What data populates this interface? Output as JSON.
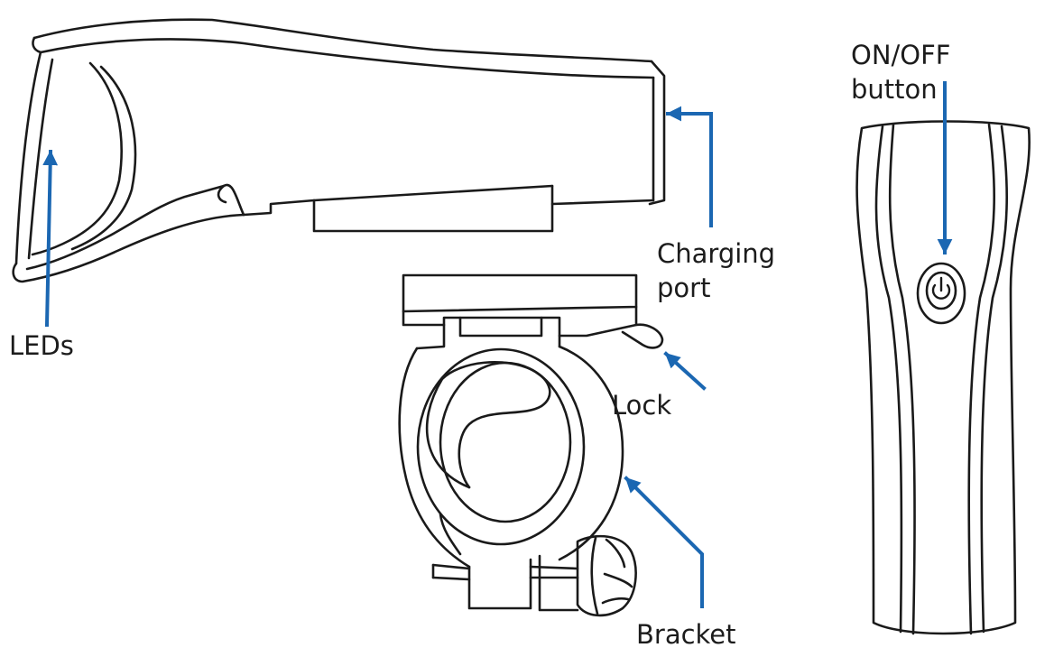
{
  "diagram": {
    "labels": {
      "leds": "LEDs",
      "charging_port": "Charging\nport",
      "lock": "Lock",
      "bracket": "Bracket",
      "on_off_button": "ON/OFF\nbutton"
    },
    "colors": {
      "line": "#1a1a1a",
      "arrow": "#1b67b2",
      "background": "#ffffff",
      "text": "#1c1c1c"
    },
    "icons": {
      "power": "power-icon"
    }
  }
}
